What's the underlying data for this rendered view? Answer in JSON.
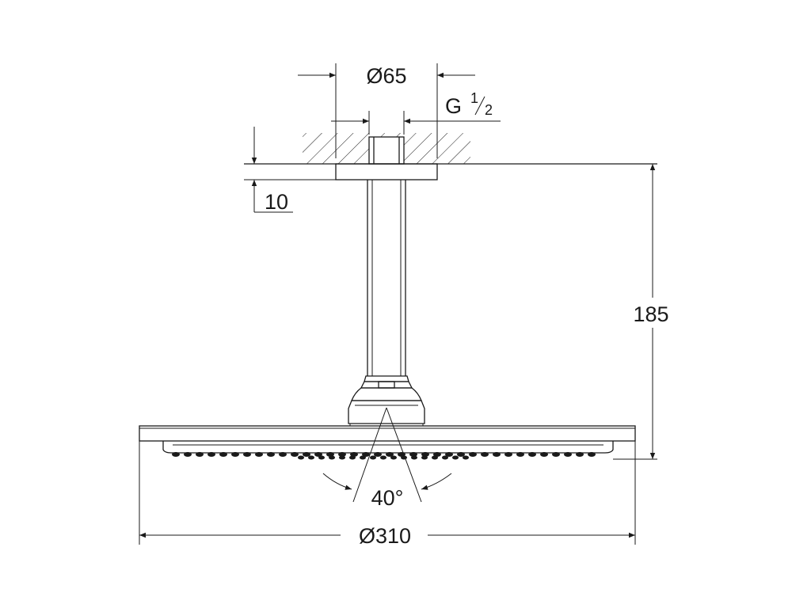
{
  "diagram": {
    "colors": {
      "line": "#1a1a1a",
      "background": "#ffffff"
    },
    "dimensions": {
      "flange_diameter": {
        "symbol": "Ø",
        "value": "65"
      },
      "thread": {
        "letter": "G",
        "numerator": "1",
        "denominator": "2"
      },
      "flange_offset": {
        "value": "10"
      },
      "height": {
        "value": "185"
      },
      "spray_angle": {
        "value": "40°"
      },
      "head_diameter": {
        "symbol": "Ø",
        "value": "310"
      }
    }
  }
}
